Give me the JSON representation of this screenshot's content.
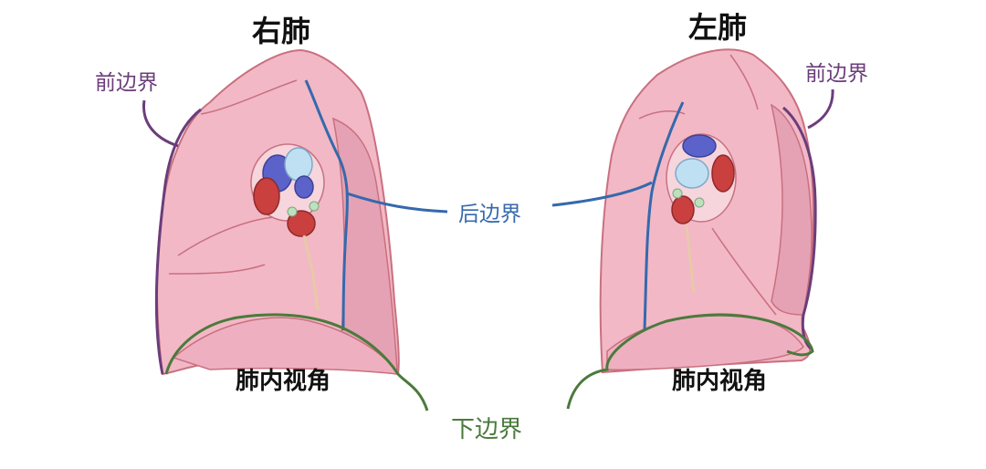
{
  "right_lung": {
    "title": "右肺",
    "anterior_border": "前边界",
    "cardiophrenic_angle": "肺内视角"
  },
  "left_lung": {
    "title": "左肺",
    "anterior_border": "前边界",
    "cardiophrenic_angle": "肺内视角"
  },
  "posterior_border": "后边界",
  "inferior_border": "下边界",
  "colors": {
    "lung_fill": "#f2b8c6",
    "lung_outline": "#c9707f",
    "anterior_border": "#6b3d7a",
    "posterior_border": "#3569ad",
    "inferior_border": "#4b7a3c",
    "artery": "#c9403f",
    "vein": "#5b62c9",
    "bronchus": "#bfe0f2",
    "lymph_node": "#bfe0bf"
  }
}
